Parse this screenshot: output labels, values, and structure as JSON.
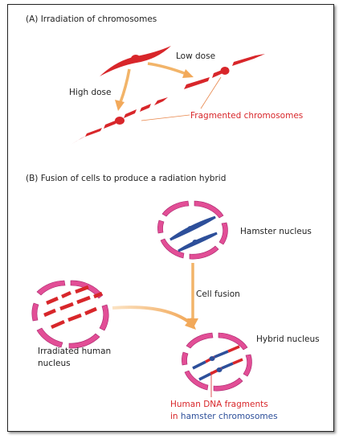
{
  "panel_a": {
    "title": "(A) Irradiation of chromosomes",
    "low_dose": "Low dose",
    "high_dose": "High dose",
    "fragmented": "Fragmented chromosomes"
  },
  "panel_b": {
    "title": "(B) Fusion of cells to produce a radiation hybrid",
    "hamster": "Hamster nucleus",
    "cell_fusion": "Cell fusion",
    "hybrid": "Hybrid nucleus",
    "irradiated_line1": "Irradiated human",
    "irradiated_line2": "nucleus",
    "caption_line1": "Human DNA fragments",
    "caption_line2_a": "in",
    "caption_line2_b": "hamster chromosomes"
  },
  "colors": {
    "chromosome_red": "#d8262a",
    "chromosome_blue": "#2d4f9a",
    "membrane_pink": "#e24e96",
    "arrow_orange": "#f2b469"
  }
}
